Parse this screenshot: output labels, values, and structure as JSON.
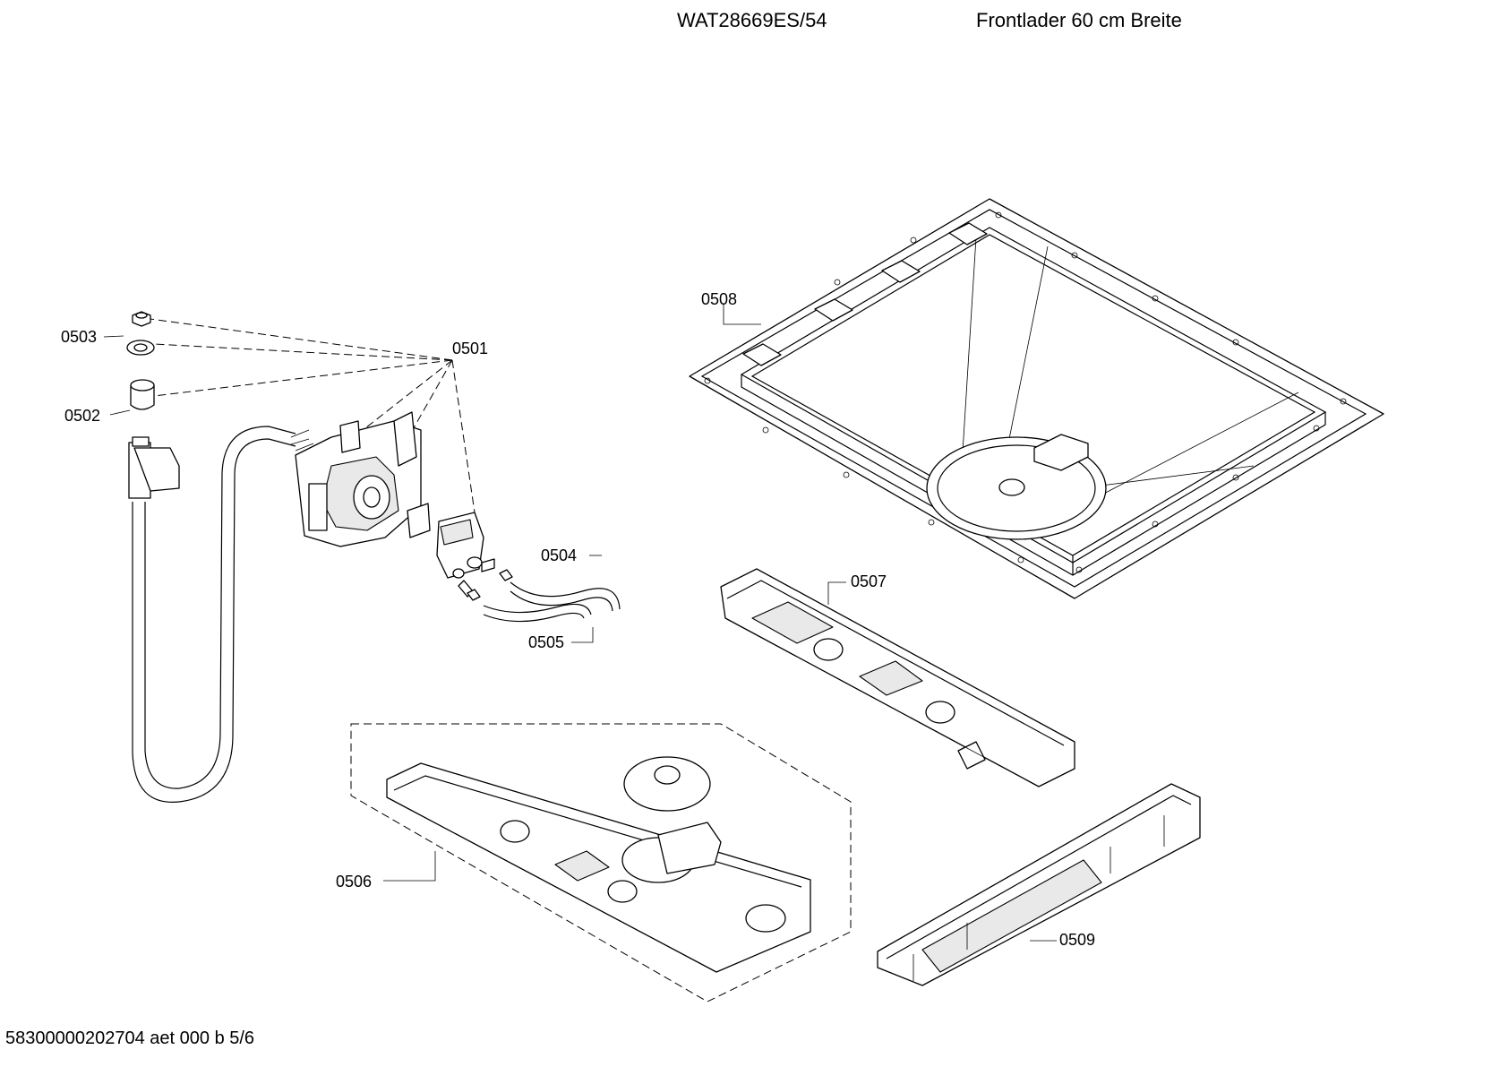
{
  "header": {
    "model": "WAT28669ES/54",
    "description": "Frontlader 60 cm Breite"
  },
  "footer": {
    "doc_code": "58300000202704 aet 000 b 5/6"
  },
  "diagram": {
    "part_labels": [
      "0501",
      "0502",
      "0503",
      "0504",
      "0505",
      "0506",
      "0507",
      "0508",
      "0509"
    ]
  }
}
